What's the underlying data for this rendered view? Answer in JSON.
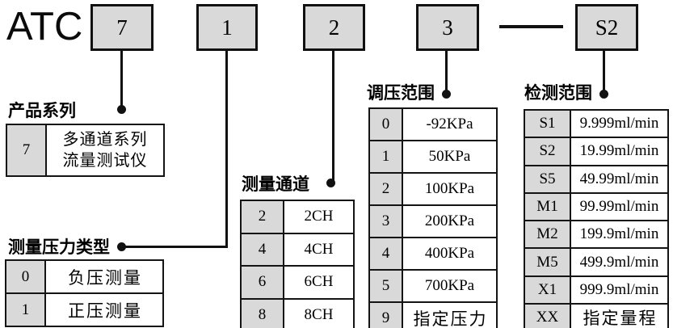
{
  "code": {
    "prefix": "ATC",
    "segments": [
      "7",
      "1",
      "2",
      "3",
      "S2"
    ]
  },
  "series_table": {
    "title": "产品系列",
    "rows": [
      {
        "code": "7",
        "label1": "多通道系列",
        "label2": "流量测试仪"
      }
    ]
  },
  "pressure_type_table": {
    "title": "测量压力类型",
    "rows": [
      {
        "code": "0",
        "label": "负压测量"
      },
      {
        "code": "1",
        "label": "正压测量"
      }
    ]
  },
  "channel_table": {
    "title": "测量通道",
    "rows": [
      {
        "code": "2",
        "label": "2CH"
      },
      {
        "code": "4",
        "label": "4CH"
      },
      {
        "code": "6",
        "label": "6CH"
      },
      {
        "code": "8",
        "label": "8CH"
      }
    ]
  },
  "pressure_range_table": {
    "title": "调压范围",
    "rows": [
      {
        "code": "0",
        "label": "-92KPa"
      },
      {
        "code": "1",
        "label": "50KPa"
      },
      {
        "code": "2",
        "label": "100KPa"
      },
      {
        "code": "3",
        "label": "200KPa"
      },
      {
        "code": "4",
        "label": "400KPa"
      },
      {
        "code": "5",
        "label": "700KPa"
      },
      {
        "code": "9",
        "label": "指定压力"
      }
    ]
  },
  "detection_range_table": {
    "title": "检测范围",
    "rows": [
      {
        "code": "S1",
        "label": "9.999ml/min"
      },
      {
        "code": "S2",
        "label": "19.99ml/min"
      },
      {
        "code": "S5",
        "label": "49.99ml/min"
      },
      {
        "code": "M1",
        "label": "99.99ml/min"
      },
      {
        "code": "M2",
        "label": "199.9ml/min"
      },
      {
        "code": "M5",
        "label": "499.9ml/min"
      },
      {
        "code": "X1",
        "label": "999.9ml/min"
      },
      {
        "code": "XX",
        "label": "指定量程"
      }
    ]
  },
  "colors": {
    "box_fill": "#d9d9d9",
    "line": "#111111",
    "background": "#ffffff"
  }
}
